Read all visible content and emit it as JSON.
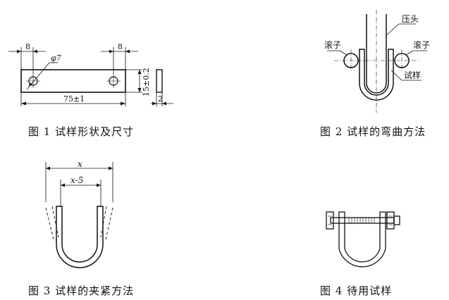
{
  "figures": [
    {
      "caption": "图 1   试样形状及尺寸",
      "labels": {
        "dim_left": "8",
        "dim_right": "8",
        "hole": "φ7",
        "length": "75±1",
        "height": "15±0.2",
        "thickness": "2"
      }
    },
    {
      "caption": "图 2   试样的弯曲方法",
      "labels": {
        "press_head": "压头",
        "roller_left": "滚子",
        "roller_right": "滚子",
        "specimen": "试样"
      }
    },
    {
      "caption": "图 3   试样的夹紧方法",
      "labels": {
        "outer_width": "x",
        "inner_width": "x-5"
      }
    },
    {
      "caption": "图 4   待用试样",
      "labels": {}
    }
  ],
  "colors": {
    "line": "#111111",
    "background": "#ffffff"
  }
}
